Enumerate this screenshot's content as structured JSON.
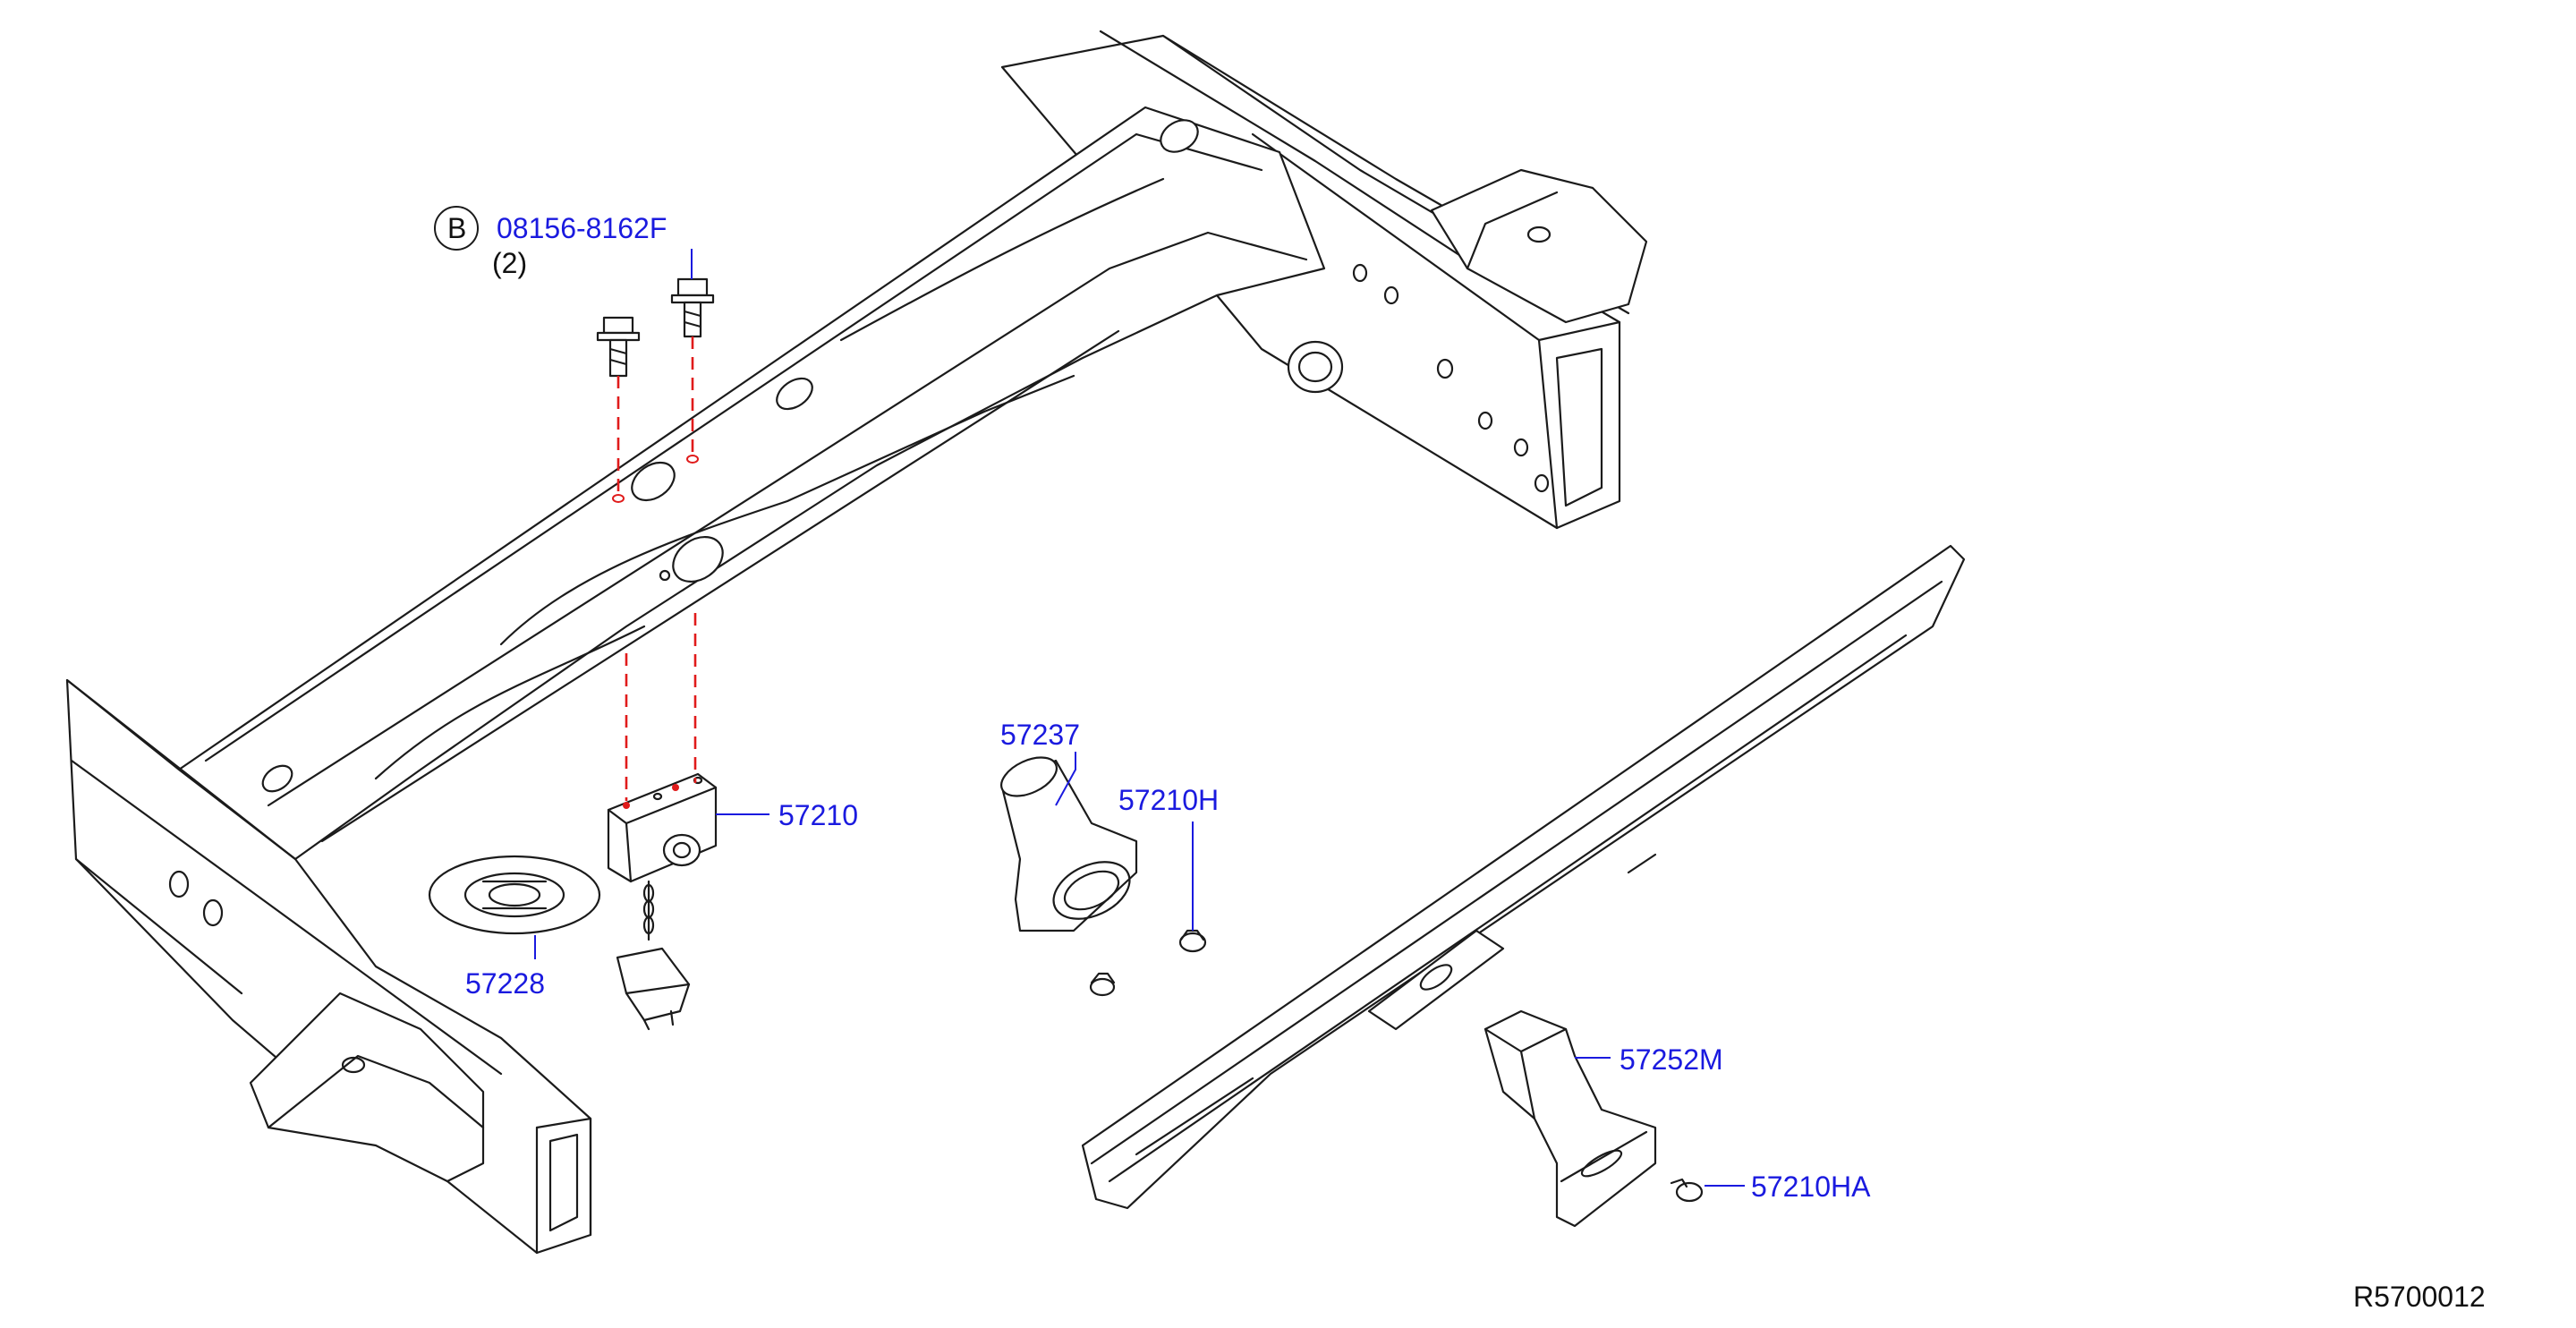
{
  "diagram": {
    "bolt_callout": {
      "marker": "B",
      "part_number": "08156-8162F",
      "quantity": "(2)"
    },
    "parts": [
      {
        "id": "hanger",
        "label": "57210"
      },
      {
        "id": "hub",
        "label": "57228"
      },
      {
        "id": "guide",
        "label": "57237"
      },
      {
        "id": "clip",
        "label": "57210H"
      },
      {
        "id": "bracket",
        "label": "57252M"
      },
      {
        "id": "clip2",
        "label": "57210HA"
      }
    ],
    "reference_code": "R5700012",
    "colors": {
      "part_label": "#1a1adf",
      "alignment_line": "#e01b1b",
      "linework": "#1b1b1b"
    }
  }
}
